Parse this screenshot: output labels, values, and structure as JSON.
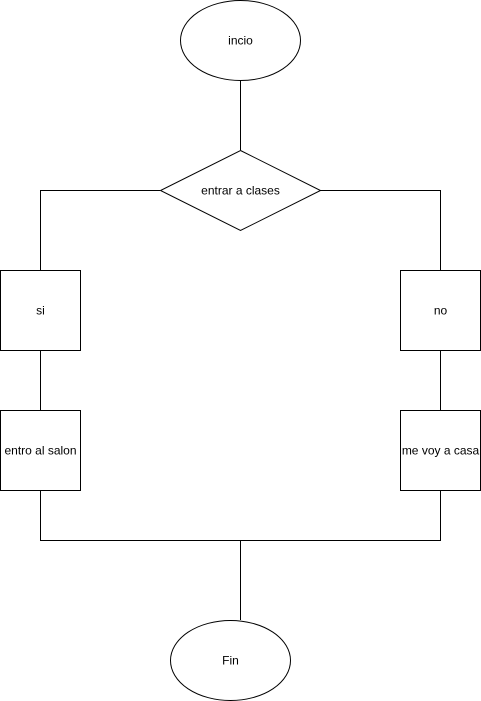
{
  "diagram": {
    "nodes": {
      "start": "incio",
      "decision": "entrar a clases",
      "yes": "si",
      "no": "no",
      "yes_action": "entro al salon",
      "no_action": "me voy a casa",
      "end": "Fin"
    }
  }
}
